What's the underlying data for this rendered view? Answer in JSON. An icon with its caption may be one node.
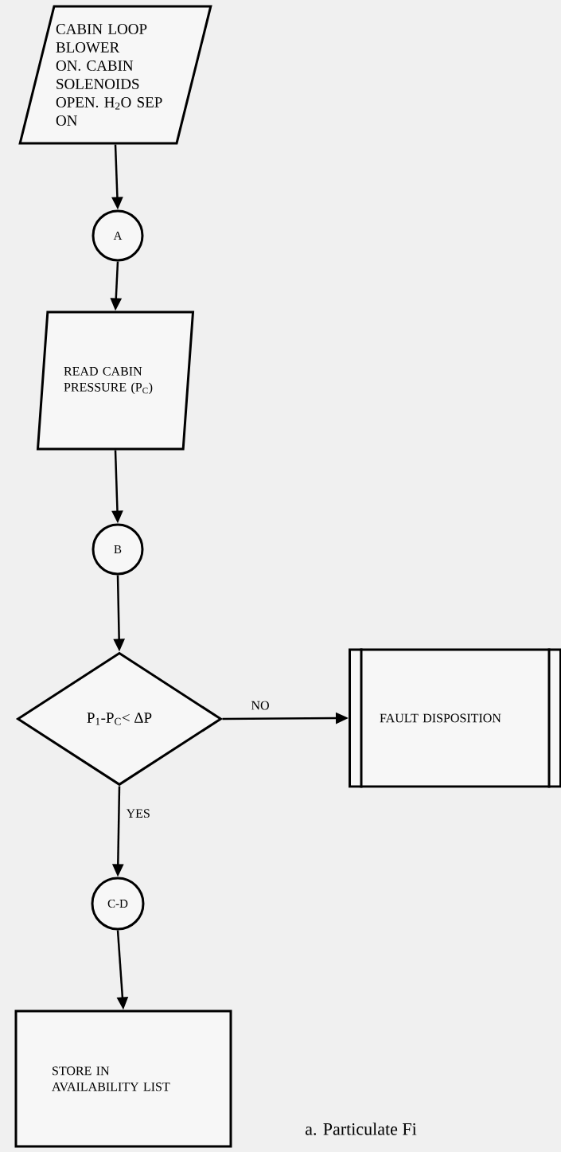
{
  "diagram": {
    "caption": "a. Particulate Fi",
    "nodes": [
      {
        "text": [
          "CABIN LOOP BLOWER ON. CABIN SOLENOIDS OPEN. H$_{2}$O SEP ON"
        ]
      },
      {
        "text": [
          "A"
        ]
      },
      {
        "text": [
          "READ CABIN PRESSURE (P$_{C}$)"
        ]
      },
      {
        "text": [
          "B"
        ]
      },
      {
        "text": [
          "P$_{1}$-P$_{C}$< ΔP"
        ]
      },
      {
        "text": [
          "FAULT DISPOSITION"
        ]
      },
      {
        "text": [
          "C-D"
        ]
      },
      {
        "text": [
          "STORE IN AVAILABILITY LIST"
        ]
      }
    ],
    "edges": [
      {
        "from": 0,
        "to": 1,
        "arrow": "to"
      },
      {
        "from": 1,
        "to": 2,
        "arrow": "to"
      },
      {
        "from": 2,
        "to": 3,
        "arrow": "to"
      },
      {
        "from": 3,
        "to": 4,
        "arrow": "to"
      },
      {
        "from": 4,
        "to": 5,
        "arrow": "to",
        "label": "NO"
      },
      {
        "from": 4,
        "to": 6,
        "arrow": "to",
        "label": "YES"
      },
      {
        "from": 6,
        "to": 7,
        "arrow": "to"
      }
    ]
  }
}
